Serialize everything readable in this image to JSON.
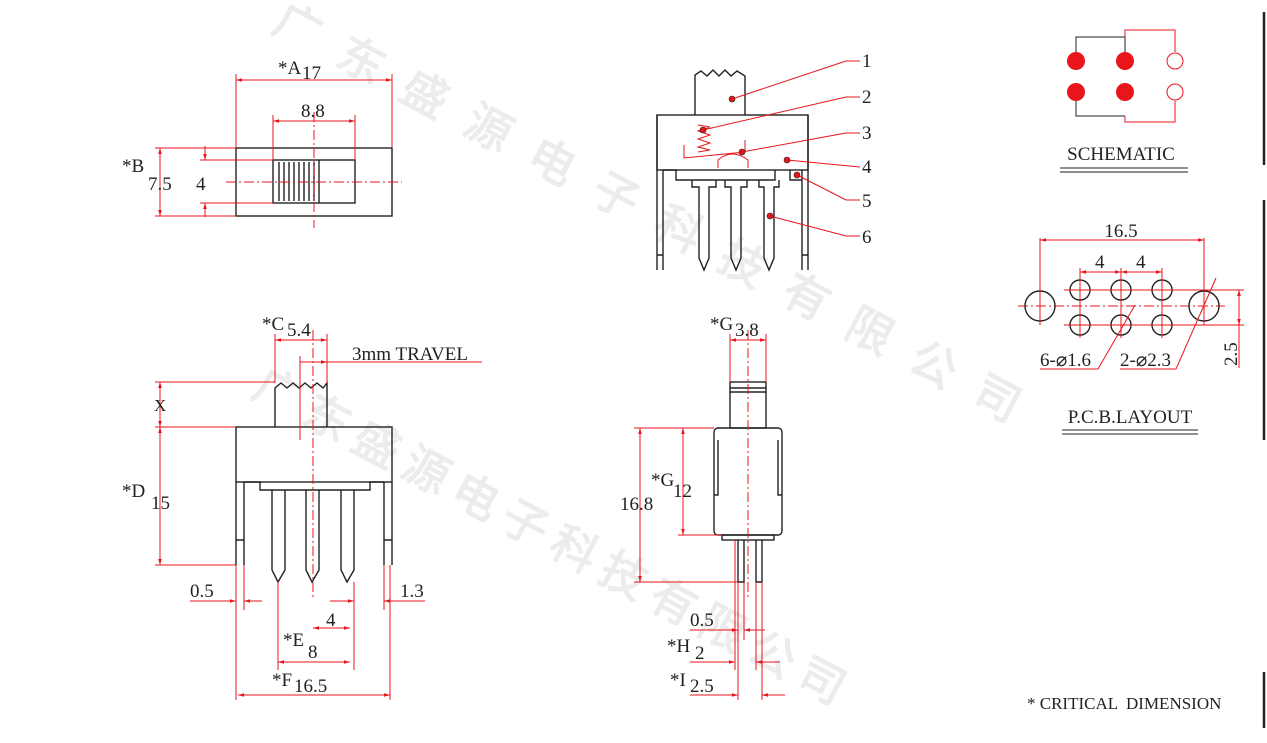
{
  "watermark": "广东盛源电子科技有限公司",
  "top_view": {
    "a_label": "*A",
    "a_value": "17",
    "knob_width": "8.8",
    "b_label": "*B",
    "b_value": "7.5",
    "knob_height": "4"
  },
  "front_view": {
    "c_label": "*C",
    "c_value": "5.4",
    "travel": "3mm TRAVEL",
    "x_label": "X",
    "d_label": "*D",
    "d_value": "15",
    "pin_width": "0.5",
    "leg_offset": "1.3",
    "pitch": "4",
    "e_label": "*E",
    "e_value": "8",
    "f_label": "*F",
    "f_value": "16.5"
  },
  "side_view": {
    "g1_label": "*G",
    "g1_value": "3.8",
    "overall_height": "16.8",
    "g2_label": "*G",
    "g2_value": "12",
    "pin_thickness": "0.5",
    "h_label": "*H",
    "h_value": "2",
    "i_label": "*I",
    "i_value": "2.5"
  },
  "callouts": [
    "1",
    "2",
    "3",
    "4",
    "5",
    "6"
  ],
  "schematic": {
    "title": "SCHEMATIC"
  },
  "pcb": {
    "width": "16.5",
    "pitch_1": "4",
    "pitch_2": "4",
    "small_holes": "6-⌀1.6",
    "large_holes": "2-⌀2.3",
    "row_spacing": "2.5",
    "title": "P.C.B.LAYOUT"
  },
  "footnote": "* CRITICAL  DIMENSION",
  "colors": {
    "dimension": "#e8151b",
    "outline": "#222222"
  }
}
